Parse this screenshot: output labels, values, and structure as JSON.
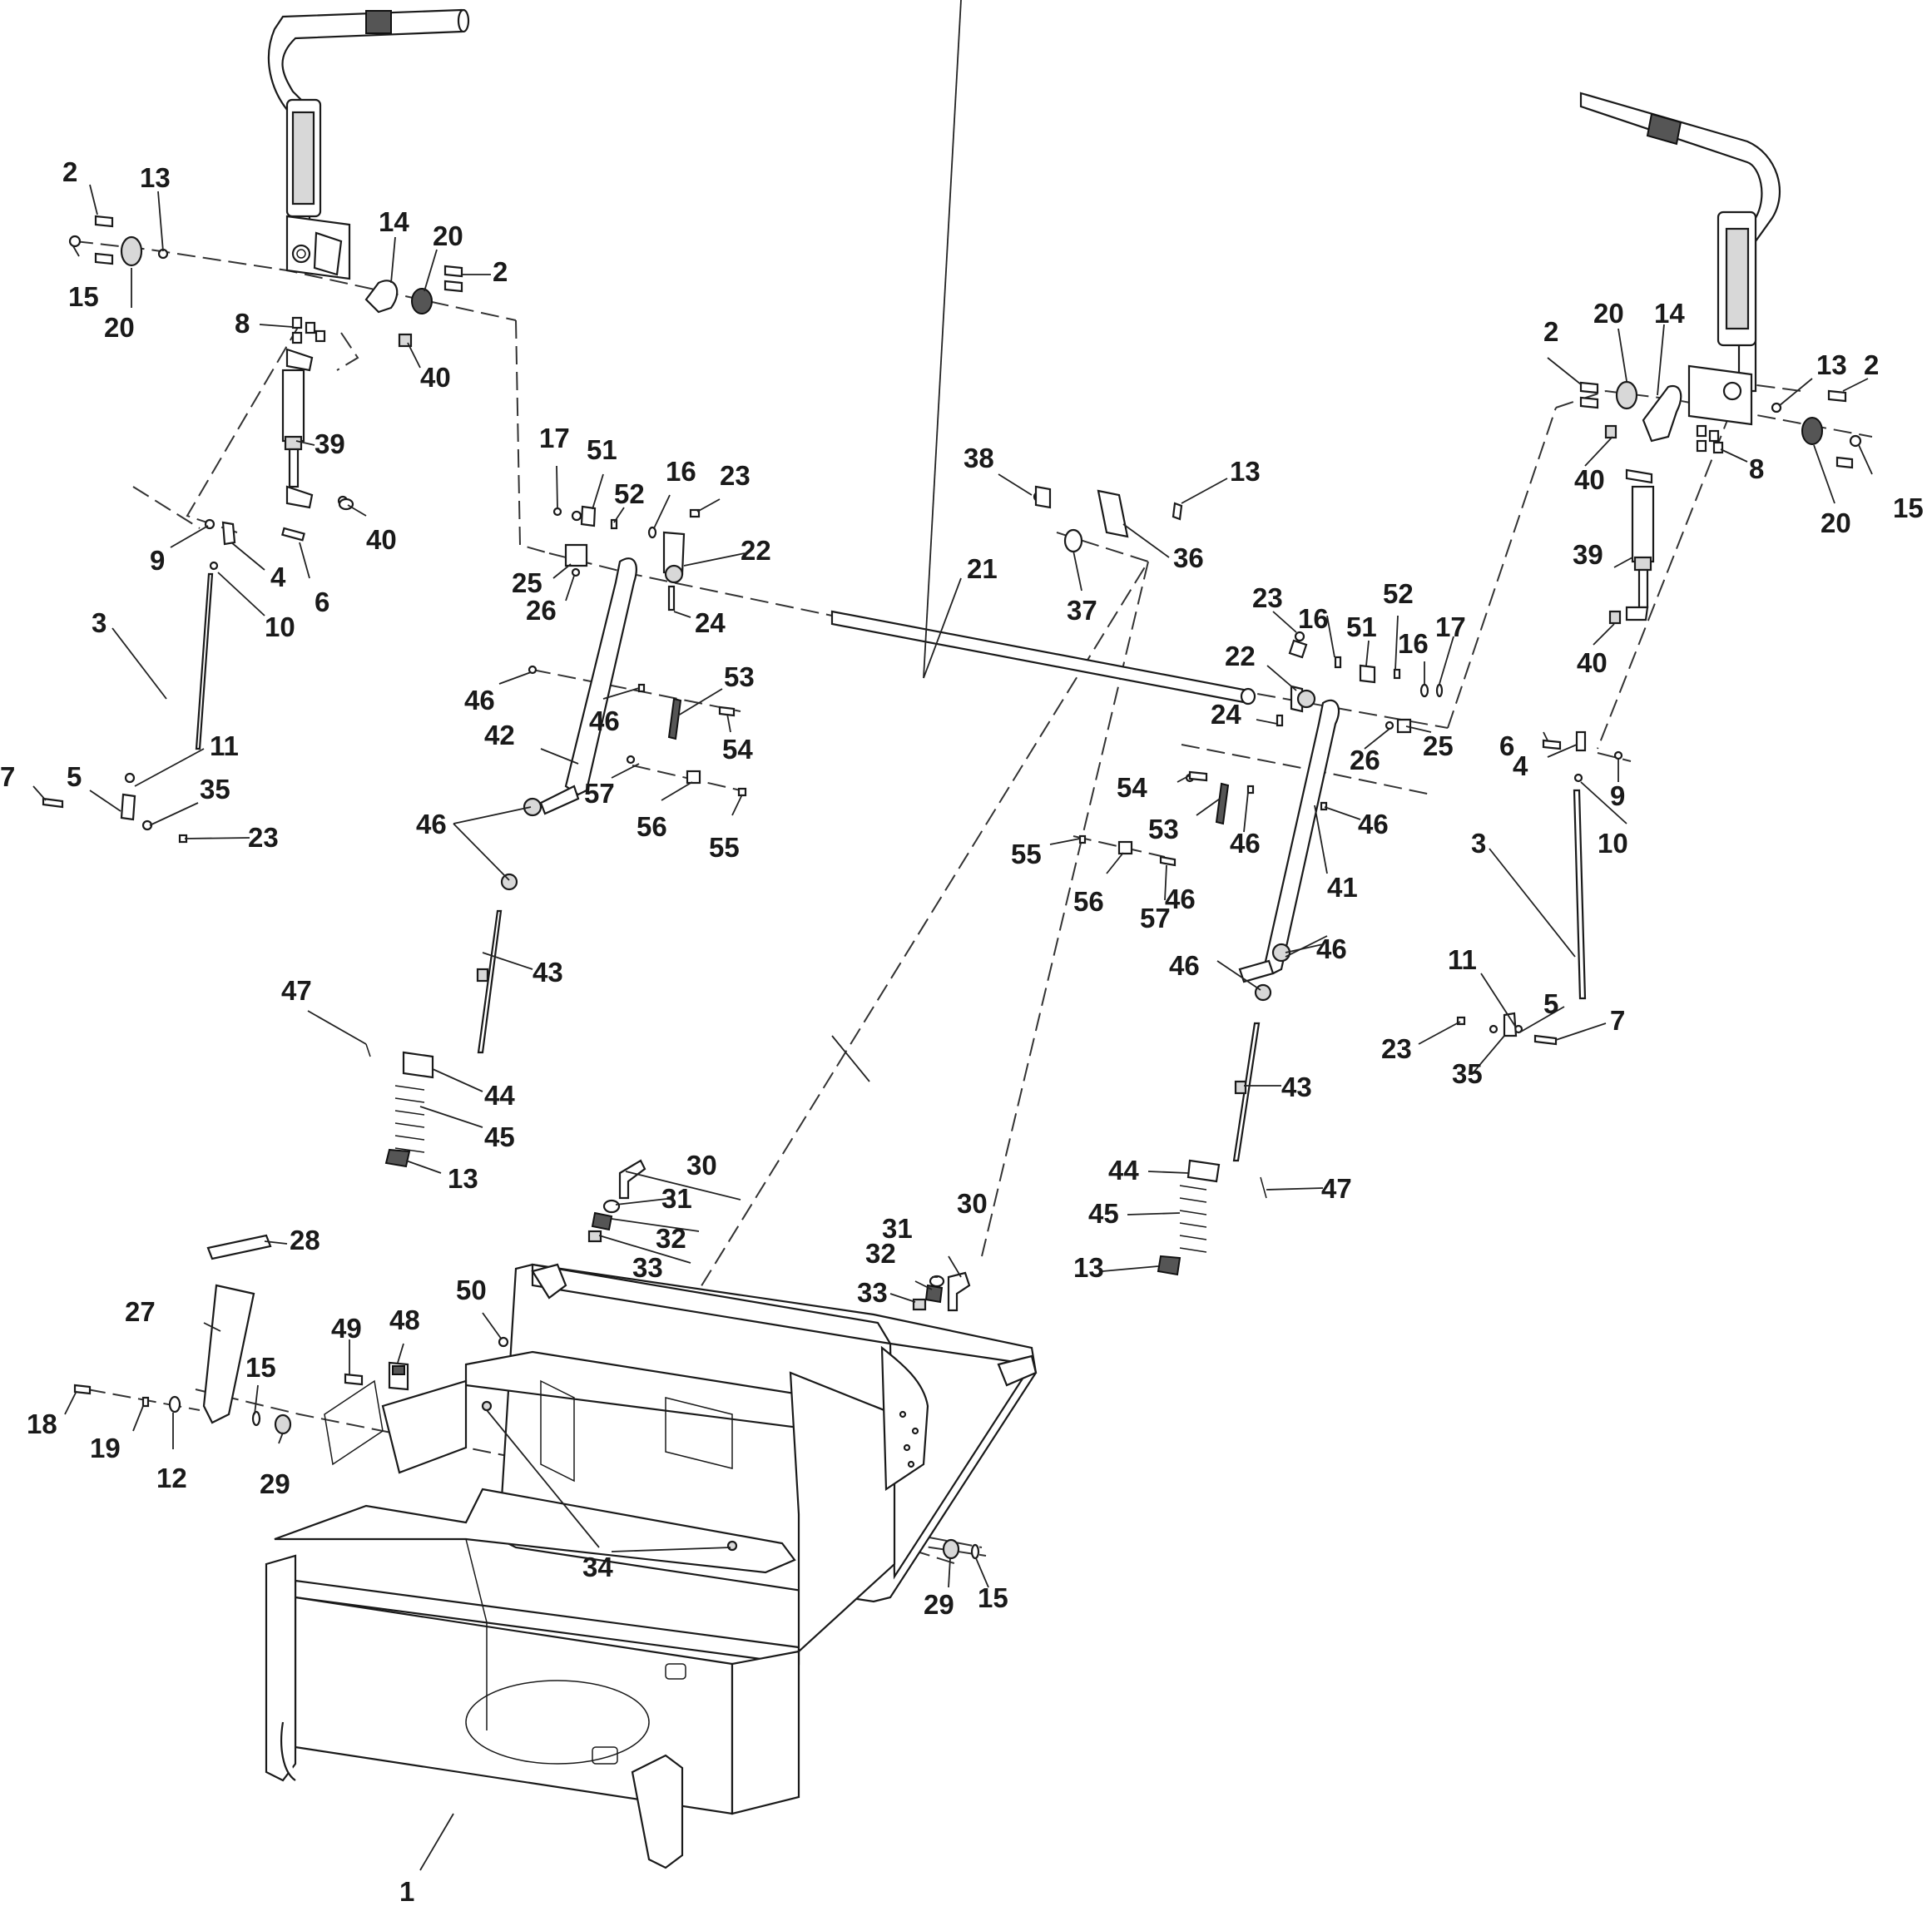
{
  "callouts": [
    {
      "id": "c1",
      "label": "1"
    },
    {
      "id": "c2a",
      "label": "2"
    },
    {
      "id": "c2b",
      "label": "2"
    },
    {
      "id": "c2c",
      "label": "2"
    },
    {
      "id": "c2d",
      "label": "2"
    },
    {
      "id": "c3a",
      "label": "3"
    },
    {
      "id": "c3b",
      "label": "3"
    },
    {
      "id": "c4a",
      "label": "4"
    },
    {
      "id": "c4b",
      "label": "4"
    },
    {
      "id": "c5a",
      "label": "5"
    },
    {
      "id": "c5b",
      "label": "5"
    },
    {
      "id": "c6a",
      "label": "6"
    },
    {
      "id": "c6b",
      "label": "6"
    },
    {
      "id": "c7a",
      "label": "7"
    },
    {
      "id": "c7b",
      "label": "7"
    },
    {
      "id": "c8a",
      "label": "8"
    },
    {
      "id": "c8b",
      "label": "8"
    },
    {
      "id": "c9a",
      "label": "9"
    },
    {
      "id": "c9b",
      "label": "9"
    },
    {
      "id": "c10a",
      "label": "10"
    },
    {
      "id": "c10b",
      "label": "10"
    },
    {
      "id": "c11a",
      "label": "11"
    },
    {
      "id": "c11b",
      "label": "11"
    },
    {
      "id": "c12",
      "label": "12"
    },
    {
      "id": "c13a",
      "label": "13"
    },
    {
      "id": "c13b",
      "label": "13"
    },
    {
      "id": "c13c",
      "label": "13"
    },
    {
      "id": "c13d",
      "label": "13"
    },
    {
      "id": "c13e",
      "label": "13"
    },
    {
      "id": "c14a",
      "label": "14"
    },
    {
      "id": "c14b",
      "label": "14"
    },
    {
      "id": "c15a",
      "label": "15"
    },
    {
      "id": "c15b",
      "label": "15"
    },
    {
      "id": "c15c",
      "label": "15"
    },
    {
      "id": "c15d",
      "label": "15"
    },
    {
      "id": "c16a",
      "label": "16"
    },
    {
      "id": "c16b",
      "label": "16"
    },
    {
      "id": "c16c",
      "label": "16"
    },
    {
      "id": "c17a",
      "label": "17"
    },
    {
      "id": "c17b",
      "label": "17"
    },
    {
      "id": "c18",
      "label": "18"
    },
    {
      "id": "c19",
      "label": "19"
    },
    {
      "id": "c20a",
      "label": "20"
    },
    {
      "id": "c20b",
      "label": "20"
    },
    {
      "id": "c20c",
      "label": "20"
    },
    {
      "id": "c20d",
      "label": "20"
    },
    {
      "id": "c21",
      "label": "21"
    },
    {
      "id": "c22a",
      "label": "22"
    },
    {
      "id": "c22b",
      "label": "22"
    },
    {
      "id": "c23a",
      "label": "23"
    },
    {
      "id": "c23b",
      "label": "23"
    },
    {
      "id": "c23c",
      "label": "23"
    },
    {
      "id": "c23d",
      "label": "23"
    },
    {
      "id": "c24a",
      "label": "24"
    },
    {
      "id": "c24b",
      "label": "24"
    },
    {
      "id": "c25a",
      "label": "25"
    },
    {
      "id": "c25b",
      "label": "25"
    },
    {
      "id": "c26a",
      "label": "26"
    },
    {
      "id": "c26b",
      "label": "26"
    },
    {
      "id": "c27",
      "label": "27"
    },
    {
      "id": "c28",
      "label": "28"
    },
    {
      "id": "c29a",
      "label": "29"
    },
    {
      "id": "c29b",
      "label": "29"
    },
    {
      "id": "c30a",
      "label": "30"
    },
    {
      "id": "c30b",
      "label": "30"
    },
    {
      "id": "c31a",
      "label": "31"
    },
    {
      "id": "c31b",
      "label": "31"
    },
    {
      "id": "c32a",
      "label": "32"
    },
    {
      "id": "c32b",
      "label": "32"
    },
    {
      "id": "c33a",
      "label": "33"
    },
    {
      "id": "c33b",
      "label": "33"
    },
    {
      "id": "c34",
      "label": "34"
    },
    {
      "id": "c35a",
      "label": "35"
    },
    {
      "id": "c35b",
      "label": "35"
    },
    {
      "id": "c36",
      "label": "36"
    },
    {
      "id": "c37",
      "label": "37"
    },
    {
      "id": "c38",
      "label": "38"
    },
    {
      "id": "c39a",
      "label": "39"
    },
    {
      "id": "c39b",
      "label": "39"
    },
    {
      "id": "c40a",
      "label": "40"
    },
    {
      "id": "c40b",
      "label": "40"
    },
    {
      "id": "c40c",
      "label": "40"
    },
    {
      "id": "c40d",
      "label": "40"
    },
    {
      "id": "c41",
      "label": "41"
    },
    {
      "id": "c42",
      "label": "42"
    },
    {
      "id": "c43a",
      "label": "43"
    },
    {
      "id": "c43b",
      "label": "43"
    },
    {
      "id": "c44a",
      "label": "44"
    },
    {
      "id": "c44b",
      "label": "44"
    },
    {
      "id": "c45a",
      "label": "45"
    },
    {
      "id": "c45b",
      "label": "45"
    },
    {
      "id": "c46a",
      "label": "46"
    },
    {
      "id": "c46b",
      "label": "46"
    },
    {
      "id": "c46c",
      "label": "46"
    },
    {
      "id": "c46d",
      "label": "46"
    },
    {
      "id": "c46e",
      "label": "46"
    },
    {
      "id": "c46f",
      "label": "46"
    },
    {
      "id": "c46g",
      "label": "46"
    },
    {
      "id": "c46h",
      "label": "46"
    },
    {
      "id": "c47a",
      "label": "47"
    },
    {
      "id": "c47b",
      "label": "47"
    },
    {
      "id": "c48",
      "label": "48"
    },
    {
      "id": "c49",
      "label": "49"
    },
    {
      "id": "c50",
      "label": "50"
    },
    {
      "id": "c51a",
      "label": "51"
    },
    {
      "id": "c51b",
      "label": "51"
    },
    {
      "id": "c52a",
      "label": "52"
    },
    {
      "id": "c52b",
      "label": "52"
    },
    {
      "id": "c53a",
      "label": "53"
    },
    {
      "id": "c53b",
      "label": "53"
    },
    {
      "id": "c54a",
      "label": "54"
    },
    {
      "id": "c54b",
      "label": "54"
    },
    {
      "id": "c55a",
      "label": "55"
    },
    {
      "id": "c55b",
      "label": "55"
    },
    {
      "id": "c56a",
      "label": "56"
    },
    {
      "id": "c56b",
      "label": "56"
    },
    {
      "id": "c57a",
      "label": "57"
    },
    {
      "id": "c57b",
      "label": "57"
    }
  ]
}
